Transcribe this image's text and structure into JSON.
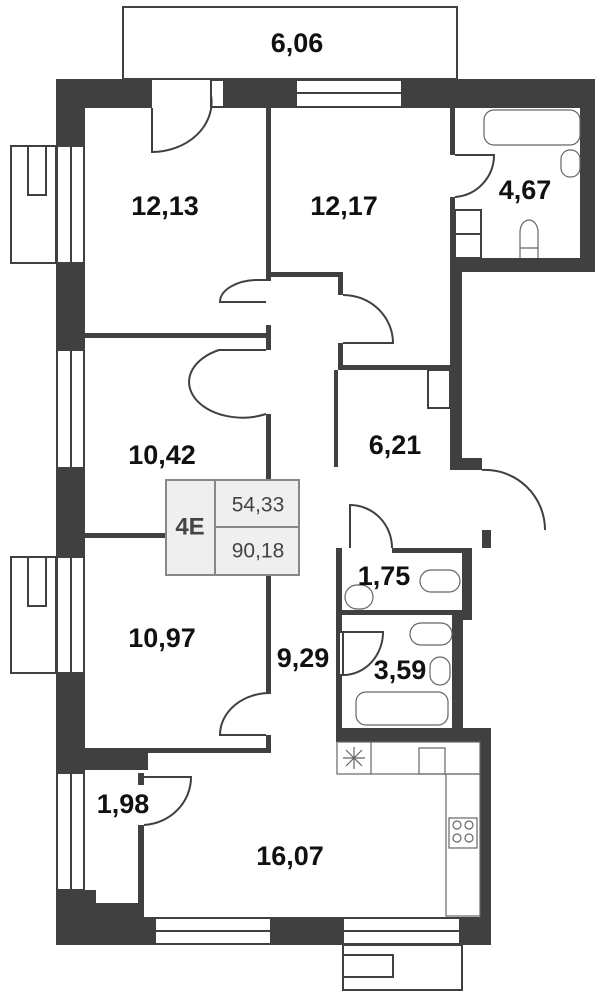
{
  "plan": {
    "apartment_code": "4E",
    "living_area": "54,33",
    "total_area": "90,18",
    "colors": {
      "wall": "#404040",
      "info_box": "#efefef"
    },
    "rooms": {
      "balcony_top": "6,06",
      "bedroom_1": "12,13",
      "bedroom_2": "12,17",
      "bathroom_1": "4,67",
      "bedroom_3": "10,42",
      "hall": "6,21",
      "wc": "1,75",
      "bedroom_4": "10,97",
      "corridor": "9,29",
      "bathroom_2": "3,59",
      "loggia": "1,98",
      "kitchen_living": "16,07"
    }
  }
}
